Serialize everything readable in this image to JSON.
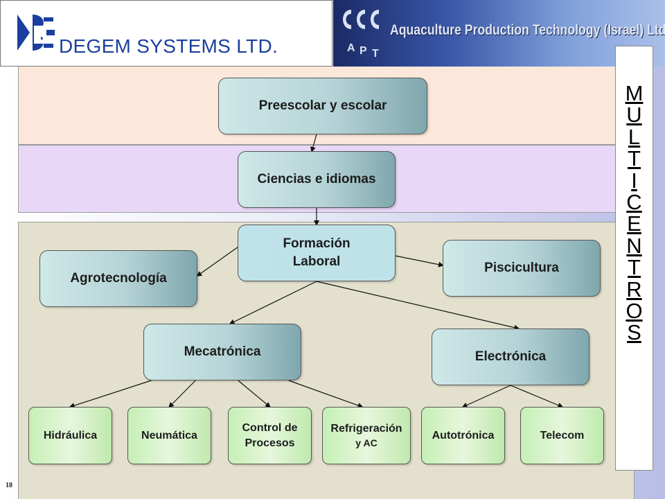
{
  "header": {
    "company_name": "DEGEM SYSTEMS LTD.",
    "partner_name": "Aquaculture Production Technology (Israel) Ltd.",
    "partner_logo_letters": [
      "A",
      "P",
      "T"
    ]
  },
  "side_banner": {
    "letters": [
      "M",
      "U",
      "L",
      "T",
      "I",
      "C",
      "E",
      "N",
      "T",
      "R",
      "O",
      "S"
    ]
  },
  "nodes": {
    "preescolar": [
      "Preescolar y escolar"
    ],
    "ciencias": [
      "Ciencias e idiomas"
    ],
    "formacion": [
      "Formación",
      "Laboral"
    ],
    "agrotecnologia": [
      "Agrotecnología"
    ],
    "piscicultura": [
      "Piscicultura"
    ],
    "mecatronica": [
      "Mecatrónica"
    ],
    "electronica": [
      "Electrónica"
    ],
    "hidraulica": [
      "Hidráulica"
    ],
    "neumatica": [
      "Neumática"
    ],
    "control": [
      "Control de",
      "Procesos"
    ],
    "refrigeracion": [
      "Refrigeración",
      "y AC"
    ],
    "autotronica": [
      "Autotrónica"
    ],
    "telecom": [
      "Telecom"
    ]
  },
  "edges": [
    [
      "preescolar",
      "ciencias"
    ],
    [
      "ciencias",
      "formacion"
    ],
    [
      "formacion",
      "agrotecnologia"
    ],
    [
      "formacion",
      "piscicultura"
    ],
    [
      "formacion",
      "mecatronica"
    ],
    [
      "formacion",
      "electronica"
    ],
    [
      "mecatronica",
      "hidraulica"
    ],
    [
      "mecatronica",
      "neumatica"
    ],
    [
      "mecatronica",
      "control"
    ],
    [
      "mecatronica",
      "refrigeracion"
    ],
    [
      "electronica",
      "autotronica"
    ],
    [
      "electronica",
      "telecom"
    ]
  ],
  "page_number": "18",
  "colors": {
    "brand_blue": "#1a3f9e",
    "band_top": "#fbe8da",
    "band_mid": "#e8d7f7",
    "band_bottom": "#e3e1cd",
    "node_teal": "#b5d3d6",
    "leaf_green": "#c6efb6"
  }
}
